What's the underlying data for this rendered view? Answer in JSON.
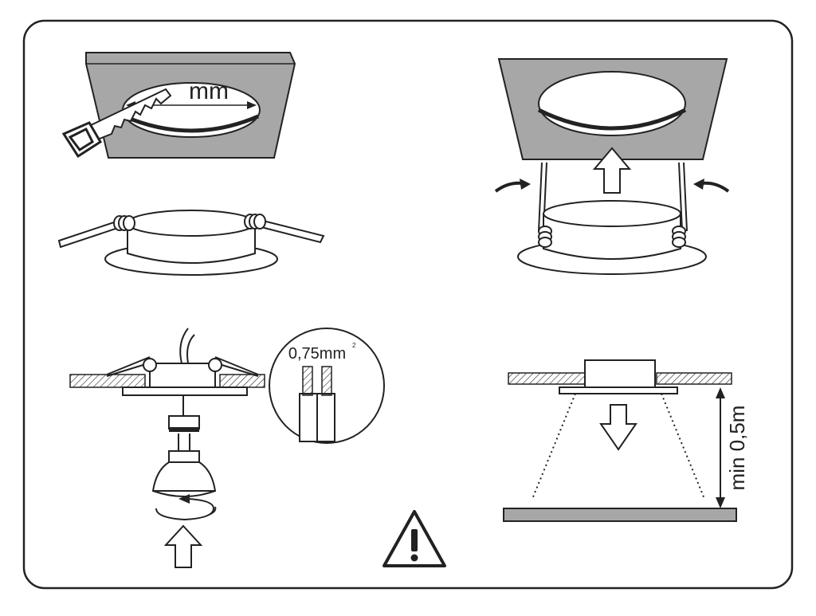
{
  "labels": {
    "cutout_unit": "mm",
    "wire_cross_section": "0,75mm",
    "wire_cross_section_sup": "2",
    "min_distance": "min 0,5m"
  },
  "colors": {
    "ceiling_fill": "#a7a7a7",
    "line": "#222222",
    "background": "#ffffff"
  },
  "icons": {
    "saw": "saw-icon",
    "arrow_up": "arrow-up-icon",
    "arrow_down": "arrow-down-icon",
    "curved_arrow": "curved-arrow-icon",
    "rotate": "rotate-icon",
    "warning": "warning-triangle-icon"
  }
}
